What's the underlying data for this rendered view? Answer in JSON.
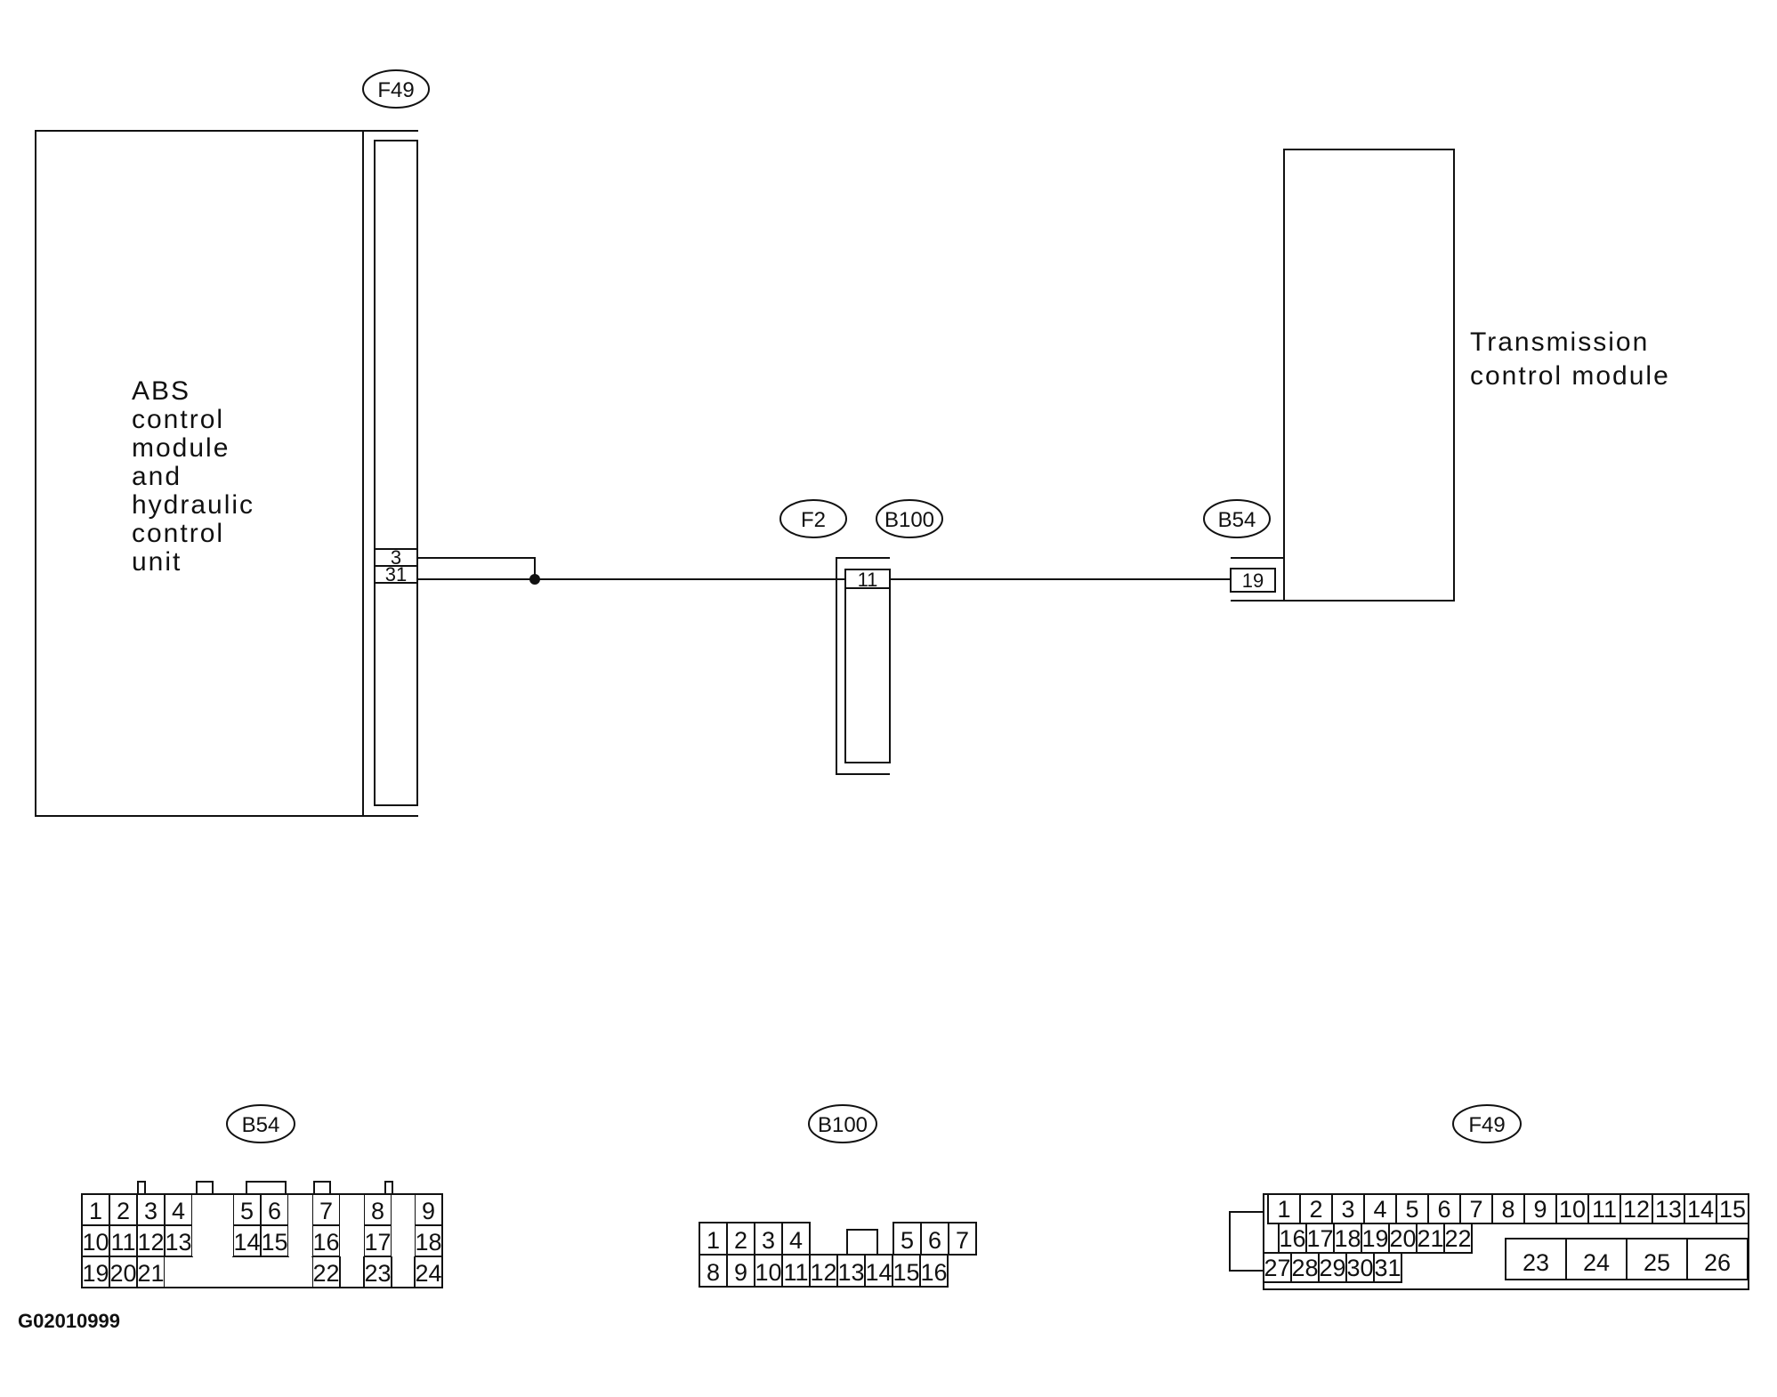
{
  "modules": {
    "abs": {
      "label_lines": [
        "ABS",
        "control",
        "module",
        "and",
        "hydraulic",
        "control",
        "unit"
      ]
    },
    "tcm": {
      "label_lines": [
        "Transmission",
        "control module"
      ]
    }
  },
  "connector_tags": {
    "f49": "F49",
    "f2": "F2",
    "b100": "B100",
    "b54": "B54"
  },
  "wiring_pins": {
    "f49_a": "3",
    "f49_b": "31",
    "b100": "11",
    "b54": "19"
  },
  "faces": {
    "b54": {
      "title": "B54",
      "row1": [
        "1",
        "2",
        "3",
        "4",
        "5",
        "6",
        "7",
        "8",
        "9"
      ],
      "row2": [
        "10",
        "11",
        "12",
        "13",
        "14",
        "15",
        "16",
        "17",
        "18"
      ],
      "row3": [
        "19",
        "20",
        "21",
        "22",
        "23",
        "24"
      ]
    },
    "b100": {
      "title": "B100",
      "row1": [
        "1",
        "2",
        "3",
        "4",
        "5",
        "6",
        "7"
      ],
      "row2": [
        "8",
        "9",
        "10",
        "11",
        "12",
        "13",
        "14",
        "15",
        "16"
      ]
    },
    "f49": {
      "title": "F49",
      "row1": [
        "1",
        "2",
        "3",
        "4",
        "5",
        "6",
        "7",
        "8",
        "9",
        "10",
        "11",
        "12",
        "13",
        "14",
        "15"
      ],
      "row2": [
        "16",
        "17",
        "18",
        "19",
        "20",
        "21",
        "22"
      ],
      "row3": [
        "27",
        "28",
        "29",
        "30",
        "31"
      ],
      "big": [
        "23",
        "24",
        "25",
        "26"
      ]
    }
  },
  "figure_code": "G02010999"
}
